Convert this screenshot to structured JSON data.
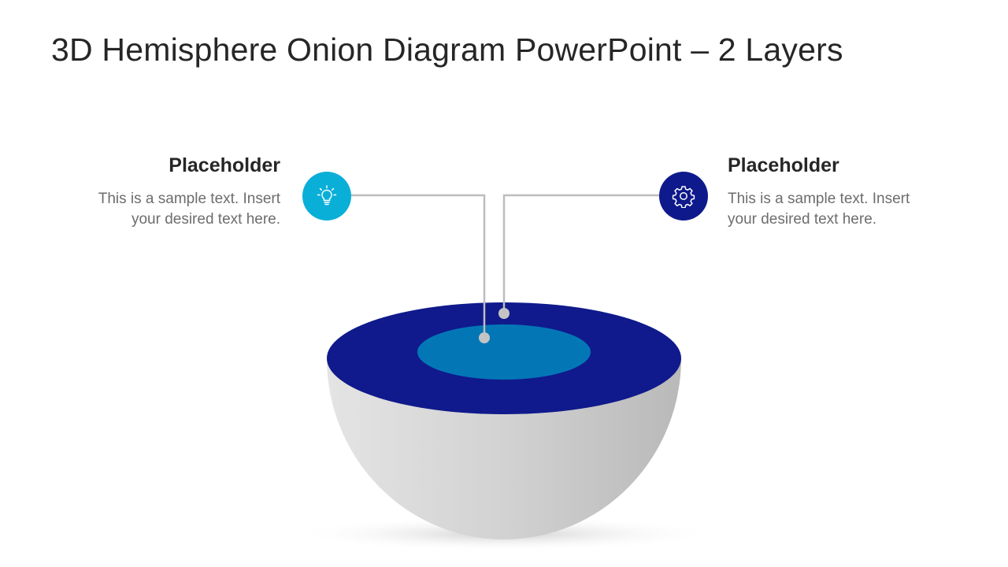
{
  "slide": {
    "title": "3D Hemisphere Onion Diagram PowerPoint – 2 Layers"
  },
  "callouts": [
    {
      "heading": "Placeholder",
      "body_line1": "This is a sample text. Insert",
      "body_line2": "your desired text here.",
      "icon": "lightbulb-icon",
      "color": "#0aafd8"
    },
    {
      "heading": "Placeholder",
      "body_line1": "This is a sample text. Insert",
      "body_line2": "your desired text here.",
      "icon": "gear-icon",
      "color": "#0e1a8c"
    }
  ],
  "layers": {
    "outer_color": "#101a8c",
    "inner_color": "#0377b6",
    "shell_color_light": "#e2e2e2",
    "shell_color_dark": "#bdbdbd",
    "connector_color": "#bdbdbd"
  }
}
